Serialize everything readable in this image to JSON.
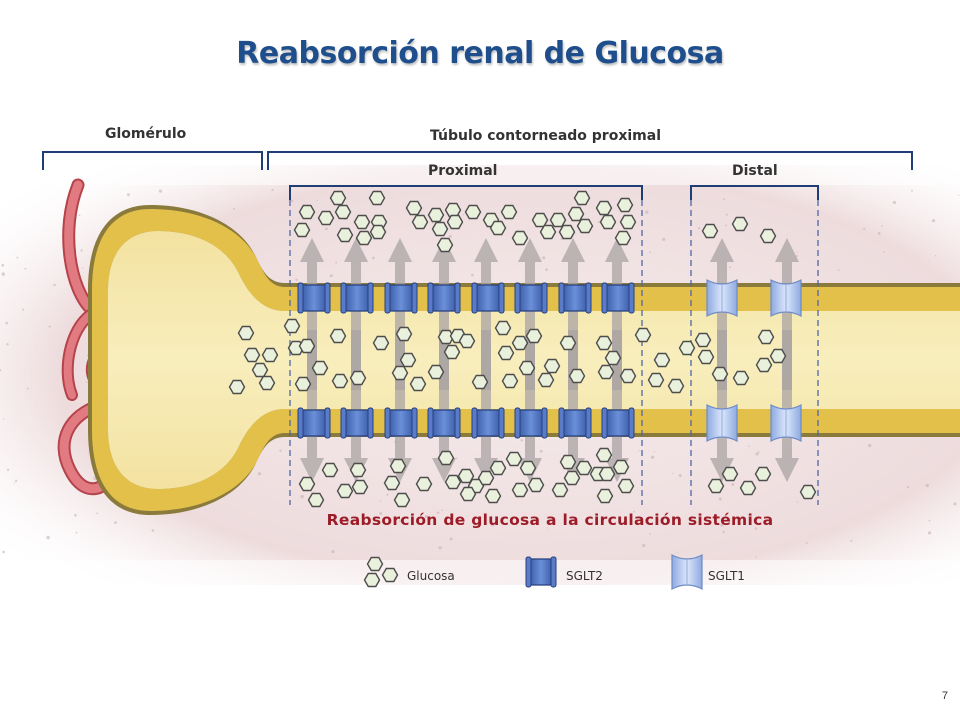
{
  "slide": {
    "title": "Reabsorción renal de Glucosa",
    "page_number": "7"
  },
  "labels": {
    "glomerulo": "Glomérulo",
    "tubulo": "Túbulo contorneado proximal",
    "proximal": "Proximal",
    "distal": "Distal",
    "caption": "Reabsorción de glucosa a la circulación sistémica"
  },
  "legend": {
    "glucosa": "Glucosa",
    "sglt2": "SGLT2",
    "sglt1": "SGLT1"
  },
  "colors": {
    "title": "#1f4e8c",
    "caption": "#9c1c27",
    "tissue": "#f0e1e2",
    "tubule_wall": "#d9b53a",
    "lumen": "#f6eaae",
    "sglt2": "#4a6fc0",
    "sglt1": "#a9c1ee",
    "glucose_fill": "#e9f0dc",
    "glucose_stroke": "#4d4d4d",
    "glomerulus": "#d8626a",
    "arrow": "#a7a2a2"
  }
}
